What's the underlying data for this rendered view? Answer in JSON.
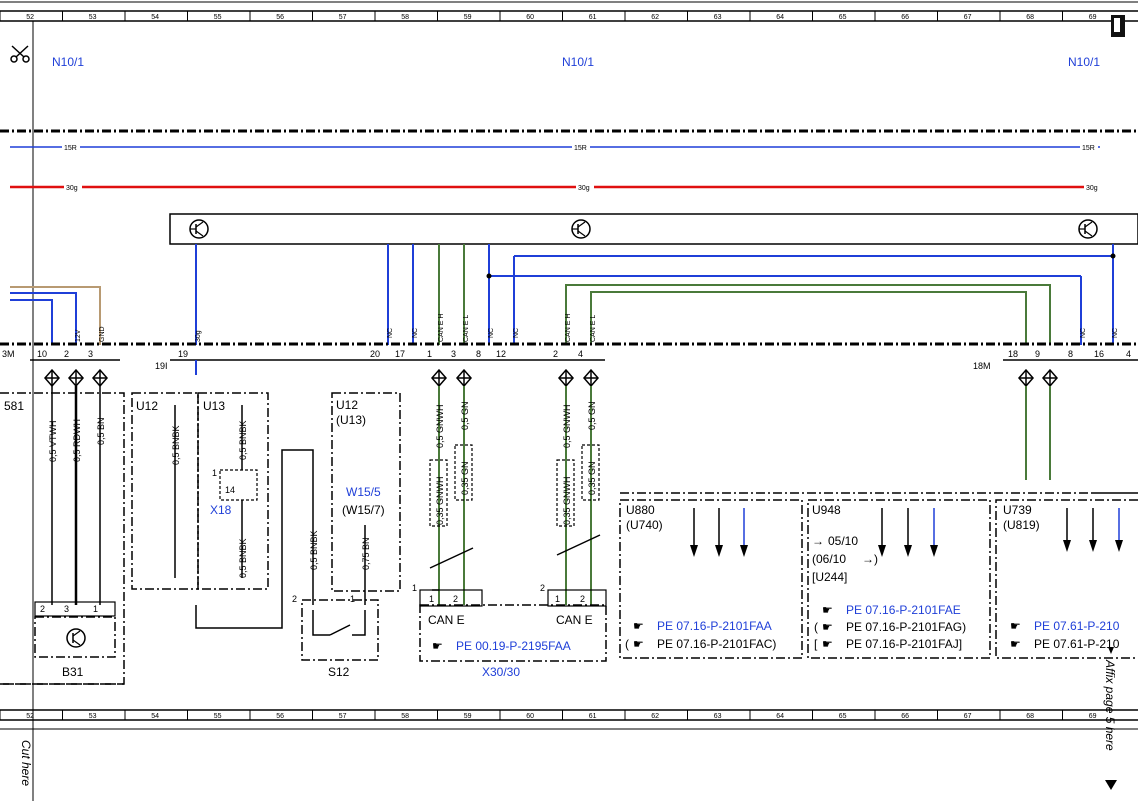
{
  "ruler": {
    "columns": [
      "52",
      "53",
      "54",
      "55",
      "56",
      "57",
      "58",
      "59",
      "60",
      "61",
      "62",
      "63",
      "64",
      "65",
      "66",
      "67",
      "68",
      "69"
    ]
  },
  "header": {
    "n10_labels": [
      "N10/1",
      "N10/1",
      "N10/1"
    ]
  },
  "rails": {
    "r15_label": "15R",
    "r30_label": "30g"
  },
  "connector_top": {
    "left_pins": [
      "10",
      "2",
      "3"
    ],
    "pin_19": "19",
    "mid_pins": [
      "20",
      "17",
      "1",
      "3",
      "8",
      "12",
      "2",
      "4"
    ],
    "right_pins": [
      "18",
      "9",
      "8",
      "16",
      "4"
    ],
    "left_tag": "3M",
    "mid_tag": "19I",
    "right_tag": "18M",
    "wire_tags": [
      "12V",
      "GND",
      "30g",
      "NC",
      "NC",
      "CAN E H",
      "CAN E L",
      "NC",
      "NC",
      "CAN E H",
      "CAN E L",
      "NC",
      "NC"
    ]
  },
  "wires": {
    "left": [
      "0,5 VTWH",
      "0,5 RDWH",
      "0,5 BN"
    ],
    "u12_wire": "0,5 BNBK",
    "u13_top": "0,5 BNBK",
    "u13_bottom": "0,5 BNBK",
    "s12_wire": "0,5 BNBK",
    "w15_wire": "0,75 BN",
    "can1": [
      "0,5 GNWH",
      "0,5 GN",
      "0,35 GNWH",
      "0,35 GN"
    ],
    "can2": [
      "0,5 GNWH",
      "0,5 GN",
      "0,35 GNWH",
      "0,35 GN"
    ]
  },
  "components": {
    "left_label": "581",
    "b31": {
      "label": "B31",
      "pins": [
        "2",
        "3",
        "1"
      ]
    },
    "u12_box": {
      "title": "U12"
    },
    "u13_box": {
      "title": "U13",
      "x18": "X18",
      "pin_a": "1",
      "pin_b": "14"
    },
    "u12_u13_box": {
      "line1": "U12",
      "line2": "(U13)",
      "w155": "W15/5",
      "w157": "(W15/7)"
    },
    "s12": {
      "label": "S12",
      "pins": [
        "2",
        "1"
      ]
    },
    "x3030": {
      "label": "X30/30",
      "can_left": "CAN E",
      "can_right": "CAN E",
      "ref": "PE 00.19-P-2195FAA",
      "pin1": "1",
      "pin2": "2",
      "sub_pins": [
        "1",
        "2",
        "1",
        "2"
      ]
    },
    "u880": {
      "line1": "U880",
      "line2": "(U740)",
      "ref1": "PE 07.16-P-2101FAA",
      "ref2": "PE 07.16-P-2101FAC)",
      "ref2_prefix": "("
    },
    "u948": {
      "line1": "U948",
      "l2": "05/10",
      "l3": "(06/10",
      "l4": "[U244]",
      "ref1": "PE 07.16-P-2101FAE",
      "ref2": "PE 07.16-P-2101FAG)",
      "ref3": "PE 07.16-P-2101FAJ]",
      "ref2_prefix": "(",
      "ref3_prefix": "["
    },
    "u739": {
      "line1": "U739",
      "line2": "(U819)",
      "ref1": "PE 07.61-P-210",
      "ref2": "PE 07.61-P-210"
    }
  },
  "footer": {
    "cut_here": "Cut here",
    "affix": "Affix page 5 here"
  },
  "colors": {
    "blue": "#1f3fd8",
    "red": "#e01010",
    "green": "#4a7a3a",
    "tan": "#b89a72",
    "black": "#000000"
  }
}
